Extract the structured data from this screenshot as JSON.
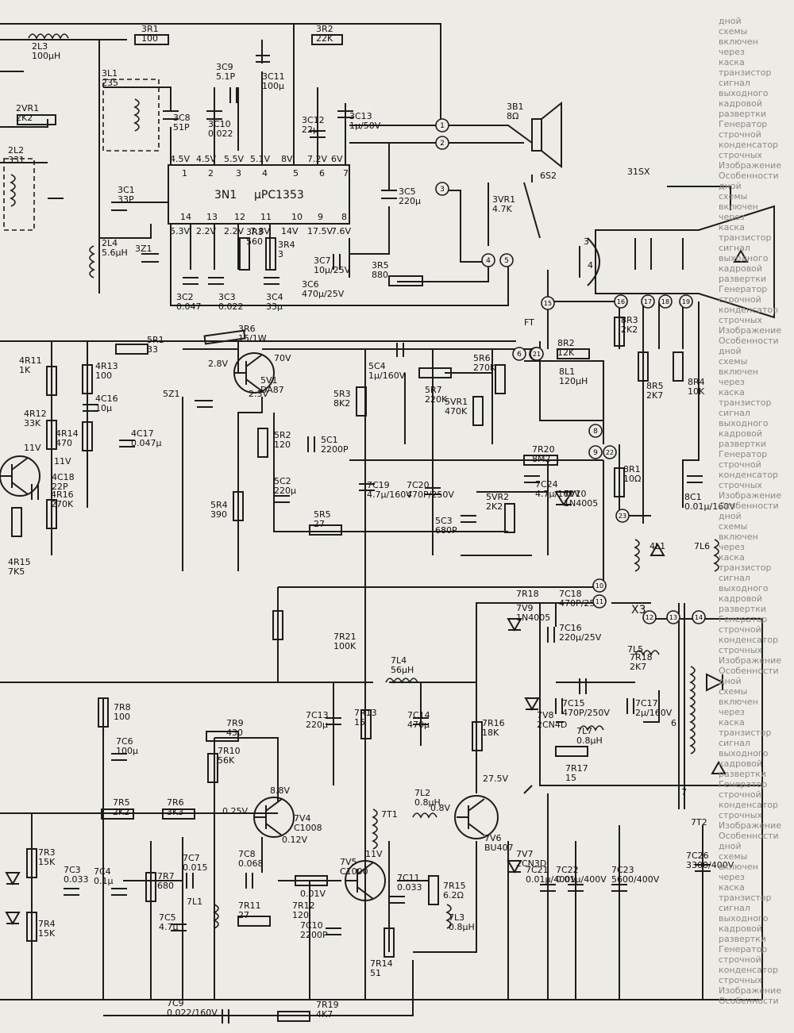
{
  "ic": {
    "ref": "3N1",
    "part": "μPC1353",
    "pins_top": [
      "1",
      "2",
      "3",
      "4",
      "5",
      "6",
      "7"
    ],
    "pins_bottom": [
      "14",
      "13",
      "12",
      "11",
      "10",
      "9",
      "8"
    ],
    "volt_top": [
      "4.5V",
      "4.5V",
      "5.5V",
      "5.1V",
      "8V",
      "7.2V",
      "6V"
    ],
    "volt_bottom": [
      "5.3V",
      "2.2V",
      "2.2V",
      "7.8V",
      "14V",
      "17.5V",
      "7.6V"
    ]
  },
  "components": [
    {
      "ref": "2L3",
      "value": "100μH"
    },
    {
      "ref": "3R1",
      "value": "100"
    },
    {
      "ref": "3R2",
      "value": "22K"
    },
    {
      "ref": "3L1",
      "value": "235"
    },
    {
      "ref": "3C9",
      "value": "5.1P"
    },
    {
      "ref": "3C11",
      "value": "100μ"
    },
    {
      "ref": "2VR1",
      "value": "2K2"
    },
    {
      "ref": "3C8",
      "value": "51P"
    },
    {
      "ref": "3C10",
      "value": "0.022"
    },
    {
      "ref": "3C12",
      "value": "22μ"
    },
    {
      "ref": "3C13",
      "value": "1μ/50V"
    },
    {
      "ref": "2L2",
      "value": "331"
    },
    {
      "ref": "3C1",
      "value": "33P"
    },
    {
      "ref": "3C5",
      "value": "220μ"
    },
    {
      "ref": "3VR1",
      "value": "4.7K"
    },
    {
      "ref": "3R3",
      "value": "560"
    },
    {
      "ref": "3R4",
      "value": "3"
    },
    {
      "ref": "3C7",
      "value": "10μ/25V"
    },
    {
      "ref": "3C6",
      "value": "470μ/25V"
    },
    {
      "ref": "3R5",
      "value": "880"
    },
    {
      "ref": "2L4",
      "value": "5.6μH"
    },
    {
      "ref": "3C2",
      "value": "0.047"
    },
    {
      "ref": "3C3",
      "value": "0.022"
    },
    {
      "ref": "3C4",
      "value": "33μ"
    },
    {
      "ref": "3R6",
      "value": "15/1W"
    },
    {
      "ref": "5R1",
      "value": "33"
    },
    {
      "ref": "5V1",
      "value": "DA87"
    },
    {
      "ref": "4R11",
      "value": "1K"
    },
    {
      "ref": "4R13",
      "value": "100"
    },
    {
      "ref": "4C16",
      "value": "10μ"
    },
    {
      "ref": "4R12",
      "value": "33K"
    },
    {
      "ref": "4R14",
      "value": "470"
    },
    {
      "ref": "4C17",
      "value": "0.047μ"
    },
    {
      "ref": "4C18",
      "value": "22P"
    },
    {
      "ref": "4R16",
      "value": "270K"
    },
    {
      "ref": "4R15",
      "value": "7K5"
    },
    {
      "ref": "5C4",
      "value": "1μ/160V"
    },
    {
      "ref": "5R6",
      "value": "270K"
    },
    {
      "ref": "5R7",
      "value": "220K"
    },
    {
      "ref": "5R3",
      "value": "8K2"
    },
    {
      "ref": "5VR1",
      "value": "470K"
    },
    {
      "ref": "5R2",
      "value": "120"
    },
    {
      "ref": "5C1",
      "value": "2200P"
    },
    {
      "ref": "5C2",
      "value": "220μ"
    },
    {
      "ref": "5R4",
      "value": "390"
    },
    {
      "ref": "5R5",
      "value": "27"
    },
    {
      "ref": "7R20",
      "value": "8M2"
    },
    {
      "ref": "7C19",
      "value": "4.7μ/160V"
    },
    {
      "ref": "7C20",
      "value": "470P/250V"
    },
    {
      "ref": "7C24",
      "value": "4.7μ/160V"
    },
    {
      "ref": "5VR2",
      "value": "2K2"
    },
    {
      "ref": "7V10",
      "value": "1N4005"
    },
    {
      "ref": "5C3",
      "value": "680P"
    },
    {
      "ref": "8R3",
      "value": "2K2"
    },
    {
      "ref": "8R2",
      "value": "12K"
    },
    {
      "ref": "8L1",
      "value": "120μH"
    },
    {
      "ref": "8R5",
      "value": "2K7"
    },
    {
      "ref": "8R4",
      "value": "10K"
    },
    {
      "ref": "8R1",
      "value": "10Ω"
    },
    {
      "ref": "8C1",
      "value": "0.01μ/160V"
    },
    {
      "ref": "7R21",
      "value": "100K"
    },
    {
      "ref": "7L4",
      "value": "56μH"
    },
    {
      "ref": "7R18",
      "value": ""
    },
    {
      "ref": "7V9",
      "value": "1N4005"
    },
    {
      "ref": "7C18",
      "value": "470P/250V"
    },
    {
      "ref": "7C16",
      "value": "220μ/25V"
    },
    {
      "ref": "7R8",
      "value": "100"
    },
    {
      "ref": "7R9",
      "value": "430"
    },
    {
      "ref": "7C13",
      "value": "220μ"
    },
    {
      "ref": "7R13",
      "value": "15"
    },
    {
      "ref": "7C14",
      "value": "470μ"
    },
    {
      "ref": "7R16",
      "value": "18K"
    },
    {
      "ref": "7V8",
      "value": "2CN4D"
    },
    {
      "ref": "7C15",
      "value": "470P/250V"
    },
    {
      "ref": "7C17",
      "value": "2μ/160V"
    },
    {
      "ref": "7L7",
      "value": "0.8μH"
    },
    {
      "ref": "7R18b",
      "value": "2K7"
    },
    {
      "ref": "7R17",
      "value": "15"
    },
    {
      "ref": "7C6",
      "value": "100μ"
    },
    {
      "ref": "7R10",
      "value": "56K"
    },
    {
      "ref": "7V4",
      "value": "C1008"
    },
    {
      "ref": "7R5",
      "value": "2K2"
    },
    {
      "ref": "7R6",
      "value": "3K3"
    },
    {
      "ref": "7L2",
      "value": "0.8μH"
    },
    {
      "ref": "7V6",
      "value": "BU407"
    },
    {
      "ref": "7R3",
      "value": "15K"
    },
    {
      "ref": "7C3",
      "value": "0.033"
    },
    {
      "ref": "7C4",
      "value": "0.1μ"
    },
    {
      "ref": "7R7",
      "value": "680"
    },
    {
      "ref": "7C7",
      "value": "0.015"
    },
    {
      "ref": "7C8",
      "value": "0.068"
    },
    {
      "ref": "7R12",
      "value": "120"
    },
    {
      "ref": "7V5",
      "value": "C1000"
    },
    {
      "ref": "7C11",
      "value": "0.033"
    },
    {
      "ref": "7R15",
      "value": "6.2Ω"
    },
    {
      "ref": "7L3",
      "value": "0.8μH"
    },
    {
      "ref": "7V7",
      "value": "2CN3D"
    },
    {
      "ref": "7C21",
      "value": "0.01μ/400V"
    },
    {
      "ref": "7C22",
      "value": "0.01μ/400V"
    },
    {
      "ref": "7C23",
      "value": "5600/400V"
    },
    {
      "ref": "7C26",
      "value": "3300/400V"
    },
    {
      "ref": "7R11",
      "value": "27"
    },
    {
      "ref": "7L1",
      "value": ""
    },
    {
      "ref": "7C5",
      "value": "4.7μ"
    },
    {
      "ref": "7R4",
      "value": "15K"
    },
    {
      "ref": "7C10",
      "value": "2200P"
    },
    {
      "ref": "7R14",
      "value": "51"
    },
    {
      "ref": "7C9",
      "value": "0.022/160V"
    },
    {
      "ref": "7R19",
      "value": "4K7"
    },
    {
      "ref": "7T1",
      "value": ""
    },
    {
      "ref": "7T2",
      "value": ""
    },
    {
      "ref": "4L1",
      "value": ""
    },
    {
      "ref": "7L6",
      "value": ""
    },
    {
      "ref": "7L5",
      "value": ""
    },
    {
      "ref": "6S2",
      "value": ""
    },
    {
      "ref": "3B1",
      "value": "8Ω"
    },
    {
      "ref": "31SX",
      "value": ""
    },
    {
      "ref": "5Z1",
      "value": ""
    },
    {
      "ref": "3Z1",
      "value": ""
    },
    {
      "ref": "FT",
      "value": ""
    }
  ],
  "net_voltages": [
    "2.8V",
    "70V",
    "2.3V",
    "11V",
    "11V",
    "8.8V",
    "0.25V",
    "0.12V",
    "27.5V",
    "0.8V",
    "11V",
    "0.01V"
  ],
  "connectors": [
    "1",
    "2",
    "3",
    "4",
    "5",
    "6",
    "7",
    "8",
    "9",
    "10",
    "11",
    "12",
    "13",
    "14",
    "15",
    "16",
    "17",
    "18",
    "19",
    "21",
    "22",
    "23"
  ],
  "flyback_pins": [
    "3",
    "4",
    "6",
    "7"
  ],
  "x3_label": "X3",
  "right_text": [
    "дной",
    "схемы",
    "включен",
    "через",
    "каска",
    "транзистор",
    "сигнал",
    "выходного",
    "кадровой",
    "развертки",
    "Генератор",
    "строчной",
    "конденсатор",
    "строчных",
    "Изображение",
    "Особенности"
  ]
}
